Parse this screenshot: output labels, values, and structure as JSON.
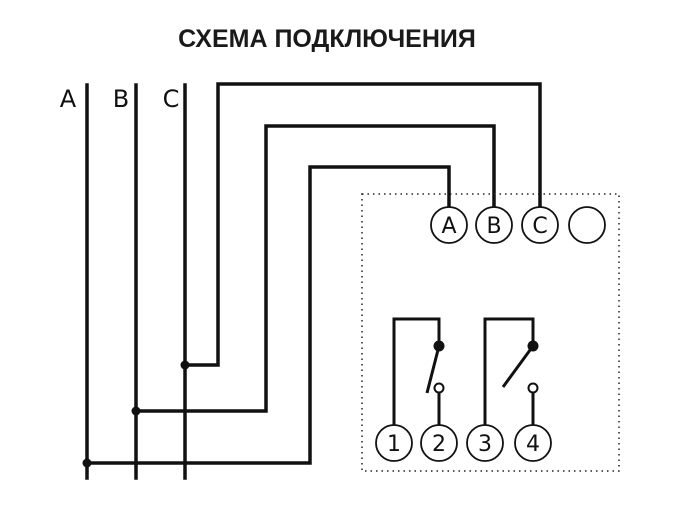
{
  "title": "СХЕМА ПОДКЛЮЧЕНИЯ",
  "bus_labels": [
    "A",
    "B",
    "C"
  ],
  "phase_terminals": [
    "A",
    "B",
    "C",
    ""
  ],
  "output_terminals": [
    "1",
    "2",
    "3",
    "4"
  ]
}
